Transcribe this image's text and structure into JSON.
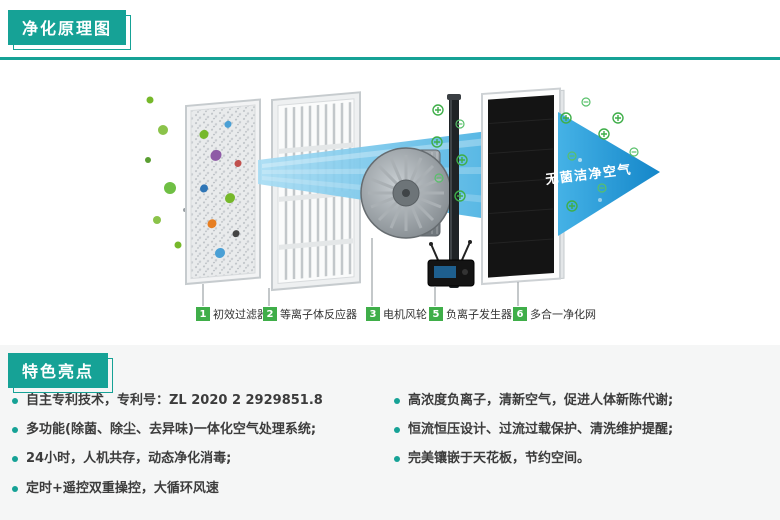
{
  "header": {
    "title_badge": "净化原理图"
  },
  "diagram": {
    "arrow_label": "无菌洁净空气",
    "components": [
      {
        "num": "1",
        "label": "初效过滤器"
      },
      {
        "num": "2",
        "label": "等离子体反应器"
      },
      {
        "num": "3",
        "label": "电机风轮"
      },
      {
        "num": "5",
        "label": "负离子发生器"
      },
      {
        "num": "6",
        "label": "多合一净化网"
      }
    ]
  },
  "features": {
    "badge": "特色亮点",
    "left": [
      "自主专利技术，专利号：ZL 2020 2 2929851.8",
      "多功能(除菌、除尘、去异味)一体化空气处理系统;",
      "24小时，人机共存，动态净化消毒;",
      "定时+遥控双重操控，大循环风速"
    ],
    "right": [
      "高浓度负离子，清新空气，促进人体新陈代谢;",
      "恒流恒压设计、过流过载保护、清洗维护提醒;",
      "完美镶嵌于天花板，节约空间。"
    ]
  },
  "colors": {
    "teal": "#16a296",
    "arrow_blue": "#1e9cd7",
    "green": "#3fae49",
    "section_bg": "#f5f6f6"
  }
}
